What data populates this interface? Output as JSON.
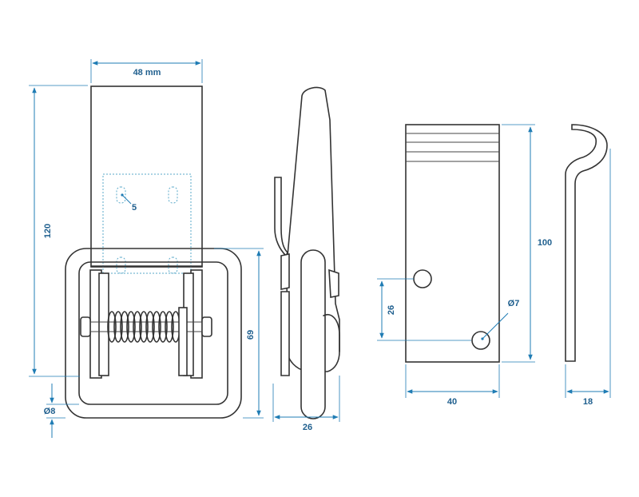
{
  "dimensions": {
    "front_width": "48 mm",
    "front_height": "120",
    "hole_size": "5",
    "base_height": "69",
    "ring_diameter": "Ø8",
    "side_depth": "26",
    "plate_height": "100",
    "hole_spacing": "26",
    "hole_diameter": "Ø7",
    "plate_width": "40",
    "hook_depth": "18"
  },
  "colors": {
    "dimension": "#1f7cb4",
    "label": "#1f5f8e",
    "outline": "#333333",
    "hidden": "#5aa9c9"
  }
}
